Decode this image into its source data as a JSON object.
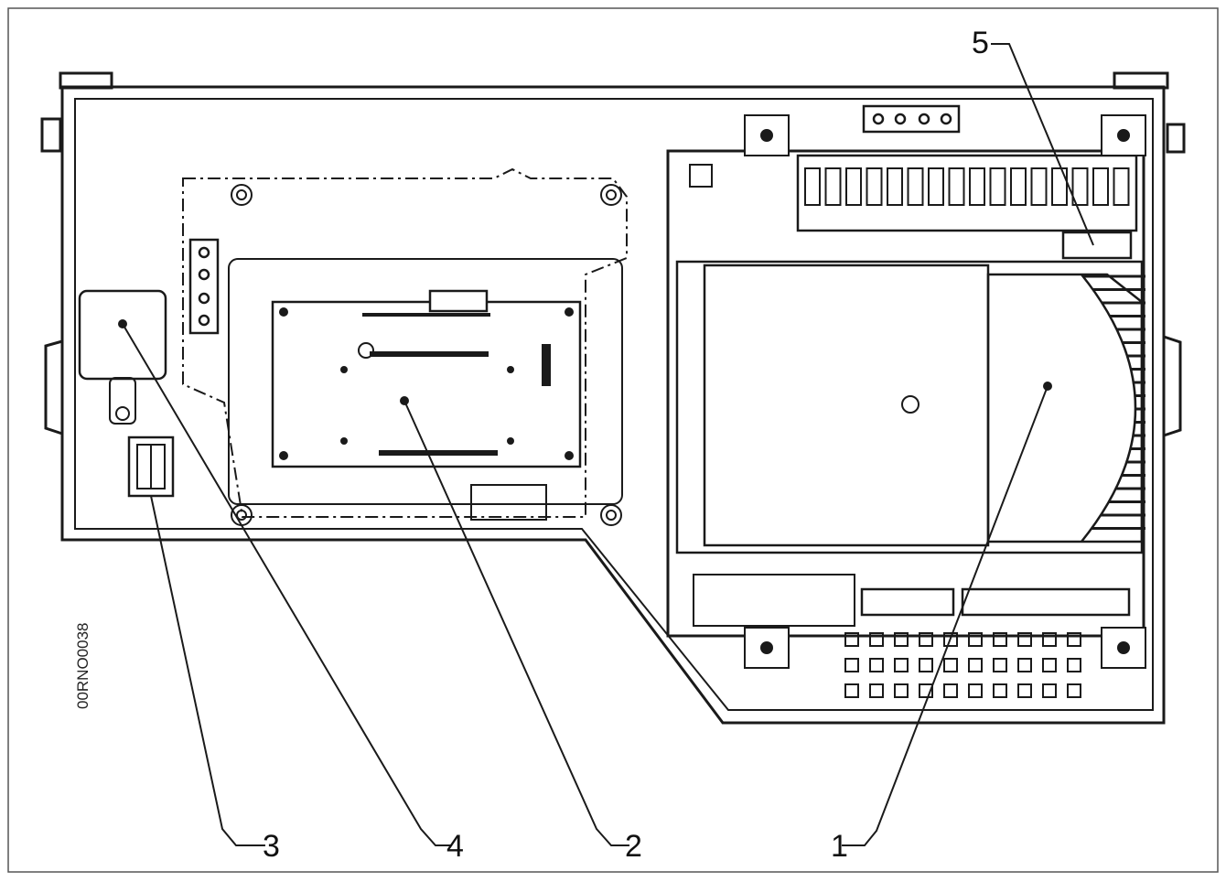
{
  "figure": {
    "reference_code": "00RNO0038",
    "callouts": {
      "c1": "1",
      "c2": "2",
      "c3": "3",
      "c4": "4",
      "c5": "5"
    }
  },
  "colors": {
    "line": "#1a1a1a",
    "panel": "#ffffff",
    "grey": "#bfbfbf"
  }
}
